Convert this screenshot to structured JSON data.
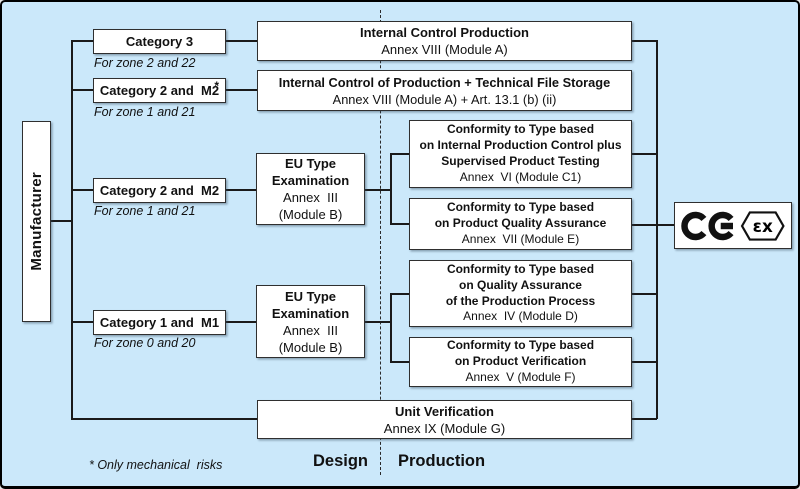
{
  "colors": {
    "background": "#cbe8fa",
    "box_fill": "#ffffff",
    "box_border": "#2f2f2f",
    "line": "#1a1a1a",
    "text": "#111111"
  },
  "manufacturer_label": "Manufacturer",
  "categories": {
    "cat3": {
      "label": "Category 3",
      "zone": "For zone 2 and 22"
    },
    "cat2m2star": {
      "label": "Category 2 and  M2",
      "star": "*",
      "zone": "For zone 1 and 21"
    },
    "cat2m2": {
      "label": "Category 2 and  M2",
      "zone": "For zone 1 and 21"
    },
    "cat1m1": {
      "label": "Category 1 and  M1",
      "zone": "For zone 0 and 20"
    }
  },
  "eu_type": {
    "l1": "EU Type",
    "l2": "Examination",
    "l3": "Annex  III",
    "l4": "(Module B)"
  },
  "modules": {
    "a": {
      "t1": "Internal Control Production",
      "t2": "Annex VIII (Module A)"
    },
    "b": {
      "t1": "Internal Control of Production + Technical File Storage",
      "t2": "Annex VIII (Module A) + Art. 13.1 (b) (ii)"
    },
    "c1": {
      "b1": "Conformity to Type based",
      "b2": "on Internal Production Control plus",
      "b3": "Supervised Product Testing",
      "annex": "Annex  VI (Module C1)"
    },
    "e": {
      "b1": "Conformity to Type based",
      "b2": "on Product Quality Assurance",
      "annex": "Annex  VII (Module E)"
    },
    "d": {
      "b1": "Conformity to Type based",
      "b2": "on Quality Assurance",
      "b3": "of the Production Process",
      "annex": "Annex  IV (Module D)"
    },
    "f": {
      "b1": "Conformity to Type based",
      "b2": "on Product Verification",
      "annex": "Annex  V (Module F)"
    },
    "g": {
      "t1": "Unit Verification",
      "t2": "Annex IX (Module G)"
    }
  },
  "footnote": "* Only mechanical  risks",
  "phases": {
    "design": "Design",
    "production": "Production"
  },
  "ce_mark": {
    "ex_text": "εx"
  }
}
